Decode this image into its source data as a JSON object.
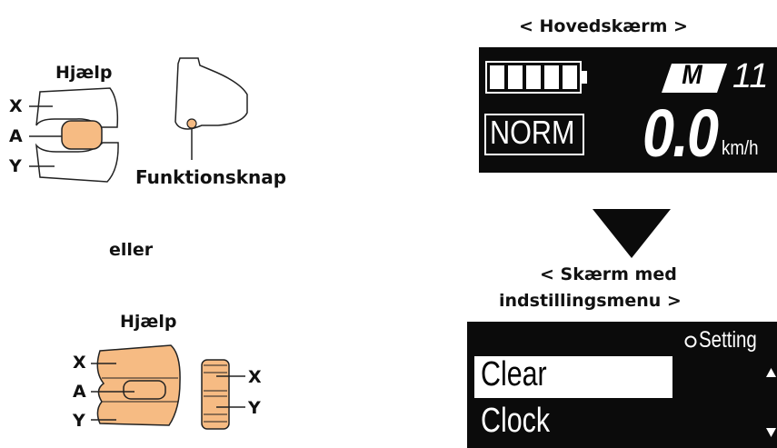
{
  "left": {
    "top_switch": {
      "title": "Hjælp",
      "labels": {
        "x": "X",
        "a": "A",
        "y": "Y"
      },
      "function_button_label": "Funktionsknap"
    },
    "or_label": "eller",
    "bottom_switch": {
      "title": "Hjælp",
      "labels": {
        "x": "X",
        "a": "A",
        "y": "Y",
        "side_x": "X",
        "side_y": "Y"
      }
    },
    "accent_color": "#f6bb83"
  },
  "right": {
    "main_screen_title": "< Hovedskærm >",
    "main_screen": {
      "mode_badge": "M",
      "gear_value": "11",
      "assist_mode": "NORM",
      "speed_value": "0.0",
      "speed_unit": "km/h",
      "battery_segments": 5
    },
    "arrow_icon": "triangle-down-icon",
    "menu_screen_title_line1": "< Skærm med",
    "menu_screen_title_line2": "indstillingsmenu >",
    "menu_screen": {
      "header": "Setting",
      "items": [
        "Clear",
        "Clock"
      ],
      "selected_index": 0
    }
  }
}
